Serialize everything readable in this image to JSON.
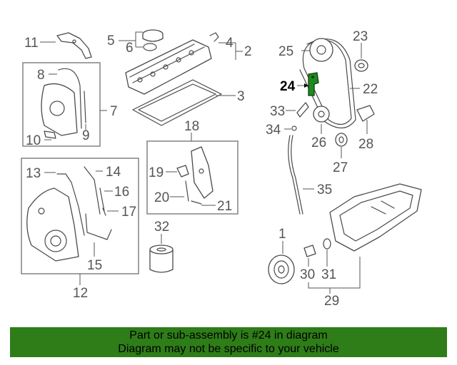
{
  "diagram": {
    "labels": {
      "l1": "1",
      "l2": "2",
      "l3": "3",
      "l4": "4",
      "l5": "5",
      "l6": "6",
      "l7": "7",
      "l8": "8",
      "l9": "9",
      "l10": "10",
      "l11": "11",
      "l12": "12",
      "l13": "13",
      "l14": "14",
      "l15": "15",
      "l16": "16",
      "l17": "17",
      "l18": "18",
      "l19": "19",
      "l20": "20",
      "l21": "21",
      "l22": "22",
      "l23": "23",
      "l24": "24",
      "l25": "25",
      "l26": "26",
      "l27": "27",
      "l28": "28",
      "l29": "29",
      "l30": "30",
      "l31": "31",
      "l32": "32",
      "l33": "33",
      "l34": "34",
      "l35": "35"
    },
    "highlight_part": "24",
    "highlight_color": "#2e7d18"
  },
  "banner": {
    "line1": "Part or sub-assembly is #24 in diagram",
    "line2": "Diagram may not be specific to your vehicle"
  }
}
